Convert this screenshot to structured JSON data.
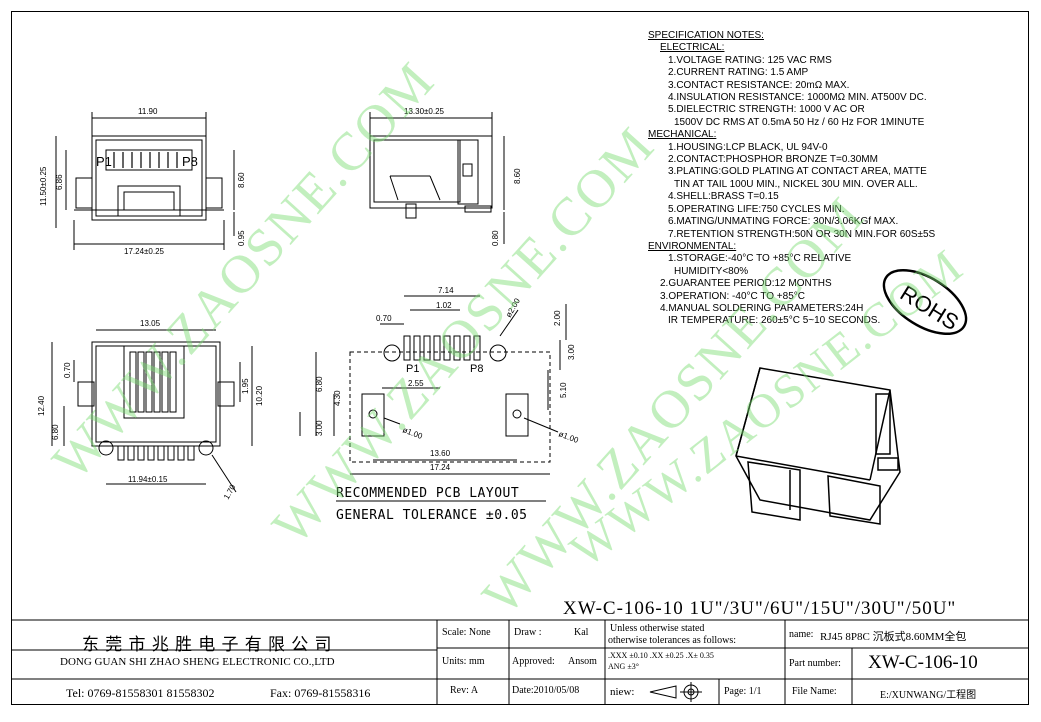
{
  "dims": {
    "front_width": "11.90",
    "front_height": "11.50±0.25",
    "front_inner": "6.86",
    "front_right": "8.60",
    "front_base": "0.95",
    "front_total": "17.24±0.25",
    "pin_p1": "P1",
    "pin_p8": "P8",
    "side_width": "13.30±0.25",
    "side_height": "8.60",
    "side_base": "0.80",
    "bottom_width": "13.05",
    "bottom_h1": "0.70",
    "bottom_h2": "12.40",
    "bottom_h3": "6.80",
    "bottom_r1": "1.95",
    "bottom_r2": "10.20",
    "bottom_pitch": "11.94±0.15",
    "bottom_hole": "1.70",
    "pcb_714": "7.14",
    "pcb_102": "1.02",
    "pcb_070": "0.70",
    "pcb_200d": "ø2.00",
    "pcb_200": "2.00",
    "pcb_300a": "3.00",
    "pcb_680": "6.80",
    "pcb_430": "4.30",
    "pcb_255": "2.55",
    "pcb_510": "5.10",
    "pcb_300b": "3.00",
    "pcb_100a": "ø1.00",
    "pcb_100b": "ø1.00",
    "pcb_1360": "13.60",
    "pcb_1724": "17.24",
    "pcb_p1": "P1",
    "pcb_p8": "P8"
  },
  "pcb": {
    "title": "RECOMMENDED PCB LAYOUT",
    "tolerance": "GENERAL TOLERANCE ±0.05"
  },
  "spec": {
    "title": "SPECIFICATION NOTES:",
    "electrical": "ELECTRICAL:",
    "e1": "1.VOLTAGE RATING: 125 VAC RMS",
    "e2": "2.CURRENT RATING: 1.5 AMP",
    "e3": "3.CONTACT RESISTANCE: 20mΩ MAX.",
    "e4": "4.INSULATION RESISTANCE: 1000MΩ MIN. AT500V DC.",
    "e5": "5.DIELECTRIC STRENGTH: 1000 V AC OR",
    "e5b": "1500V DC RMS AT 0.5mA 50 Hz / 60 Hz FOR 1MINUTE",
    "mechanical": "MECHANICAL:",
    "m1": "1.HOUSING:LCP BLACK, UL 94V-0",
    "m2": "2.CONTACT:PHOSPHOR BRONZE T=0.30MM",
    "m3": "3.PLATING:GOLD PLATING AT CONTACT AREA, MATTE",
    "m3b": "TIN AT TAIL 100U MIN., NICKEL 30U MIN. OVER ALL.",
    "m4": "4.SHELL:BRASS T=0.15",
    "m5": "5.OPERATING LIFE:750 CYCLES MIN.",
    "m6": "6.MATING/UNMATING FORCE: 30N/3.06KGf MAX.",
    "m7": "7.RETENTION STRENGTH:50N OR 30N MIN.FOR 60S±5S",
    "environmental": "ENVIRONMENTAL:",
    "v1": "1.STORAGE:-40°C TO +85°C RELATIVE",
    "v1b": "HUMIDITY<80%",
    "v2": "2.GUARANTEE PERIOD:12 MONTHS",
    "v3": "3.OPERATION: -40°C TO +85°C",
    "v4": "4.MANUAL SOLDERING PARAMETERS:24H",
    "v4b": "IR TEMPERATURE: 260±5°C 5~10 SECONDS."
  },
  "rohs": "ROHS",
  "watermark": "WWW.ZAOSNE.COM",
  "part_line": "XW-C-106-10 1U\"/3U\"/6U\"/15U\"/30U\"/50U\"",
  "title_block": {
    "company_cn": "东 莞 市 兆 胜 电 子 有 限 公 司",
    "company_en": "DONG GUAN SHI ZHAO SHENG ELECTRONIC CO.,LTD",
    "tel": "Tel: 0769-81558301 81558302",
    "fax": "Fax: 0769-81558316",
    "scale": "Scale: None",
    "units": "Units: mm",
    "rev": "Rev: A",
    "draw_label": "Draw :",
    "draw_value": "Kal",
    "approved_label": "Approved:",
    "approved_value": "Ansom",
    "date": "Date:2010/05/08",
    "tol1": "Unless otherwise stated",
    "tol2": "otherwise tolerances as follows:",
    "tol3": ".XXX ±0.10 .XX ±0.25 .X± 0.35",
    "tol4": "ANG ±3°",
    "view": "niew:",
    "page": "Page: 1/1",
    "name_label": "name:",
    "name_value": "RJ45 8P8C 沉板式8.60MM全包",
    "part_label": "Part number:",
    "part_value": "XW-C-106-10",
    "file_label": "File Name:",
    "file_value": "E:/XUNWANG/工程图"
  }
}
